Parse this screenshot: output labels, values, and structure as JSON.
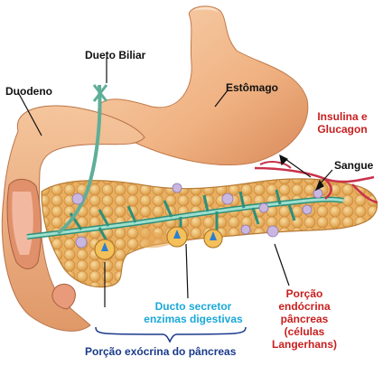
{
  "labels": {
    "duodeno": "Duodeno",
    "dueto_biliar": "Dueto Biliar",
    "estomago": "Estômago",
    "insulina_1": "Insulina e",
    "insulina_2": "Glucagon",
    "sangue": "Sangue",
    "ducto_1": "Ducto secretor",
    "ducto_2": "enzimas digestivas",
    "endocrina_1": "Porção",
    "endocrina_2": "endócrina",
    "endocrina_3": "pâncreas",
    "endocrina_4": "(células",
    "endocrina_5": "Langerhans)",
    "exocrina": "Porção exócrina do pâncreas"
  },
  "colors": {
    "stomach": "#f2b98c",
    "pancreas": "#f0c27a",
    "duct": "#7ec9b8",
    "label_red": "#c81e1e",
    "label_cyan": "#1aa8d8",
    "label_navy": "#1a3a8a"
  }
}
